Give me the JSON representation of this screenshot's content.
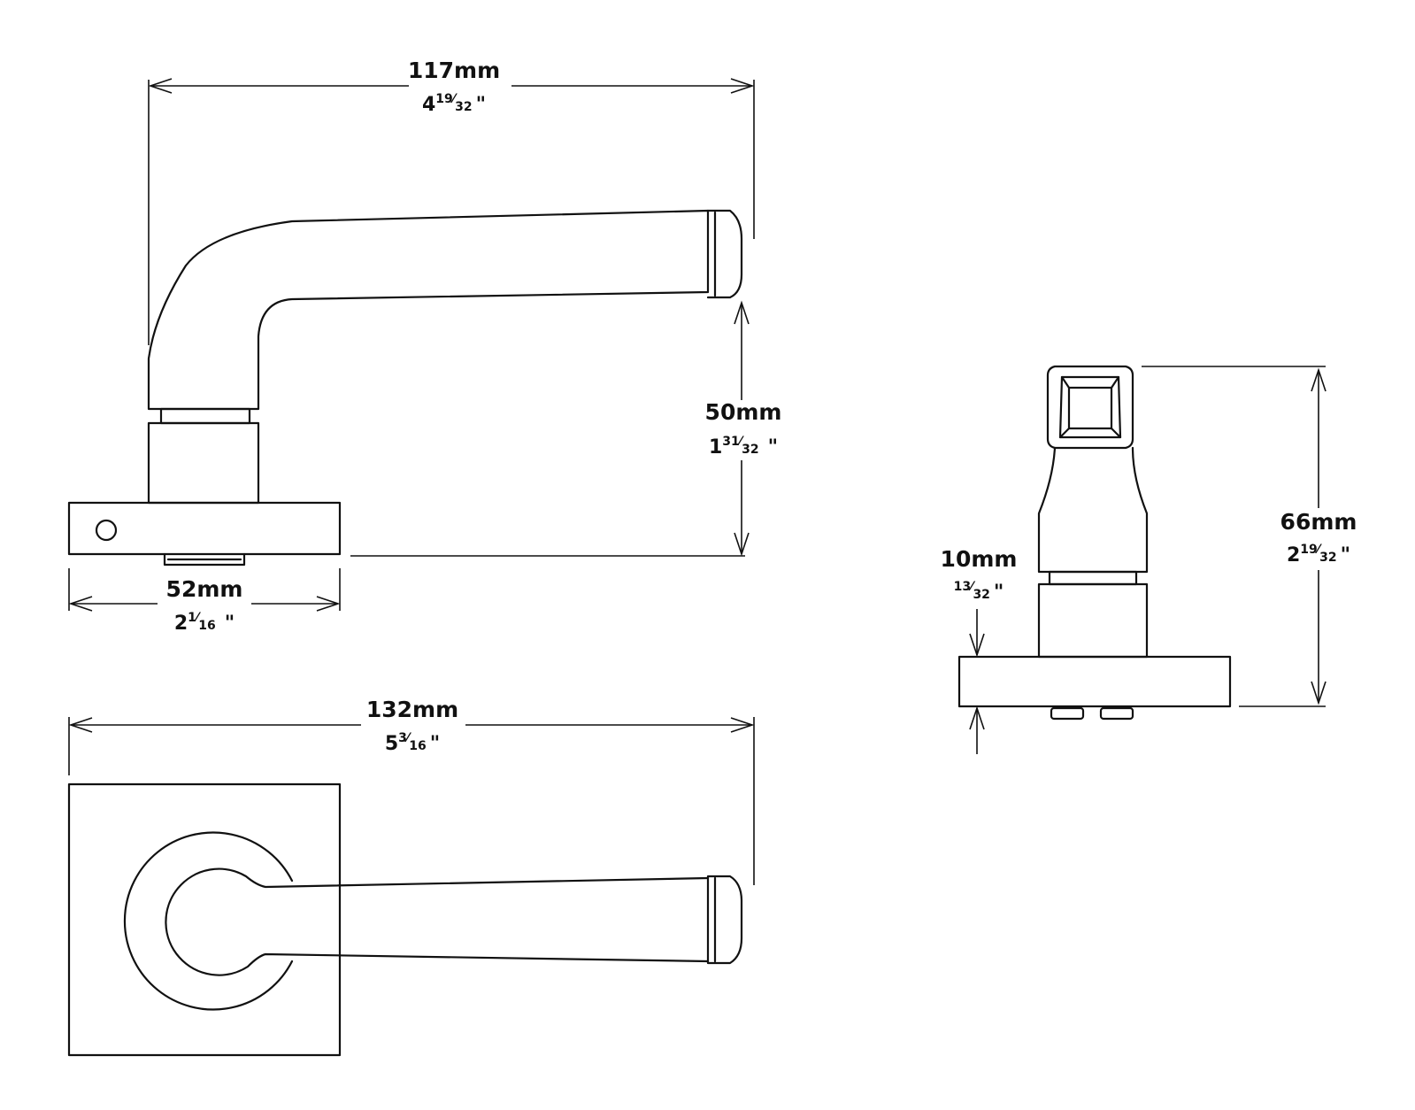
{
  "dimensions": {
    "lever_length": {
      "mm": "117mm",
      "whole": "4",
      "num": "19",
      "den": "32",
      "unit": "\""
    },
    "lever_height": {
      "mm": "50mm",
      "whole": "1",
      "num": "31",
      "den": "32",
      "unit": "\""
    },
    "rose_width": {
      "mm": "52mm",
      "whole": "2",
      "num": "1",
      "den": "16",
      "unit": "\""
    },
    "overall_length": {
      "mm": "132mm",
      "whole": "5",
      "num": "3",
      "den": "16",
      "unit": "\""
    },
    "rose_thickness": {
      "mm": "10mm",
      "whole": "",
      "num": "13",
      "den": "32",
      "unit": "\""
    },
    "overall_depth": {
      "mm": "66mm",
      "whole": "2",
      "num": "19",
      "den": "32",
      "unit": "\""
    }
  },
  "colors": {
    "line": "#111111",
    "background": "#ffffff"
  }
}
